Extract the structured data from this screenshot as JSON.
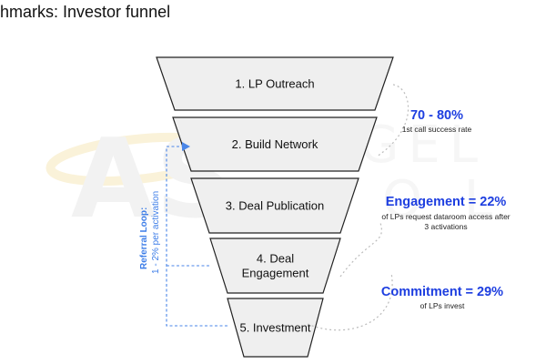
{
  "title": "hmarks: Investor funnel",
  "colors": {
    "stage_fill": "#efefef",
    "stage_stroke": "#222222",
    "metric_blue": "#1d3ee0",
    "loop_blue": "#4a86e8",
    "connector_gray": "#bbbbbb"
  },
  "watermark": {
    "letters": "AS",
    "faint_text": "GEL",
    "faint_text_2": "O  L"
  },
  "stages": [
    {
      "id": "lp-outreach",
      "label": "1. LP Outreach",
      "lines": [
        "1. LP Outreach"
      ]
    },
    {
      "id": "build-network",
      "label": "2. Build Network",
      "lines": [
        "2. Build Network"
      ]
    },
    {
      "id": "deal-publication",
      "label": "3. Deal Publication",
      "lines": [
        "3. Deal Publication"
      ]
    },
    {
      "id": "deal-engagement",
      "label": "4. Deal Engagement",
      "lines": [
        "4. Deal",
        "Engagement"
      ]
    },
    {
      "id": "investment",
      "label": "5. Investment",
      "lines": [
        "5. Investment"
      ]
    }
  ],
  "metrics": [
    {
      "id": "outreach-rate",
      "headline": "70 - 80%",
      "sub_lines": [
        "1st call success rate"
      ]
    },
    {
      "id": "engagement",
      "headline": "Engagement =  22%",
      "sub_lines": [
        "of LPs request dataroom access after",
        "3 activations"
      ]
    },
    {
      "id": "commitment",
      "headline": "Commitment = 29%",
      "sub_lines": [
        "of LPs invest"
      ]
    }
  ],
  "referral_loop": {
    "label": "Referral Loop:",
    "detail": "1 - 2% per activation"
  }
}
